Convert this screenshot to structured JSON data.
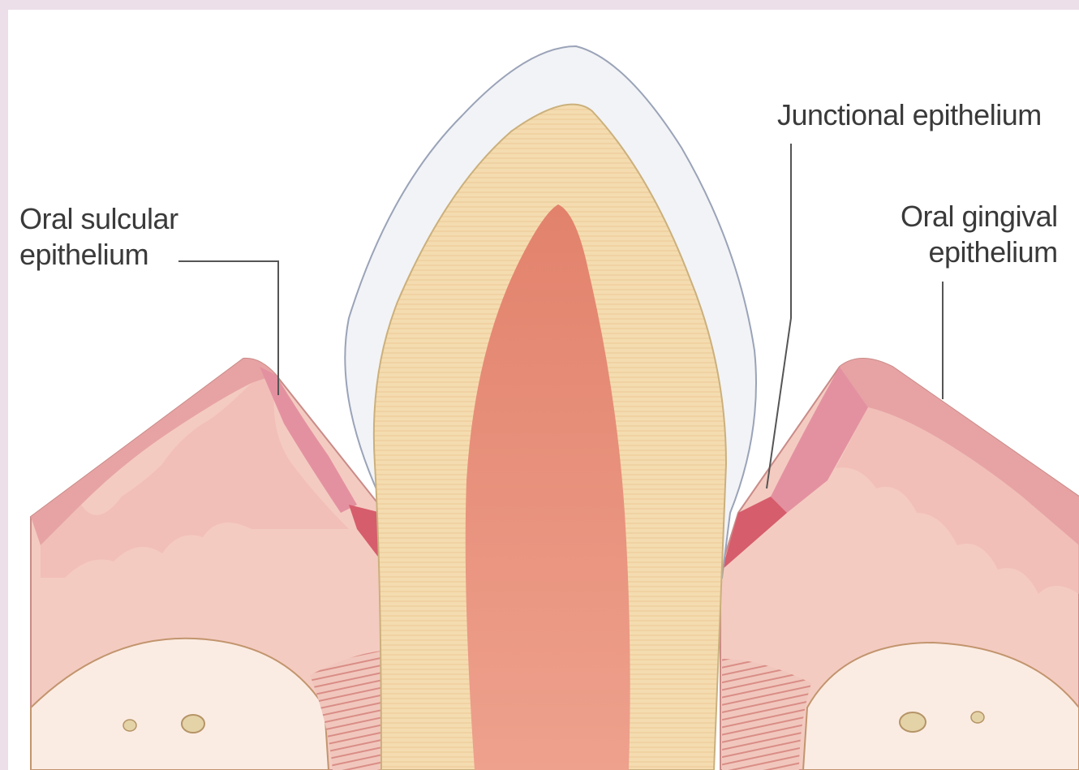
{
  "labels": {
    "oral_sulcular": {
      "line1": "Oral sulcular",
      "line2": "epithelium"
    },
    "junctional": {
      "text": "Junctional epithelium"
    },
    "oral_gingival": {
      "line1": "Oral gingival",
      "line2": "epithelium"
    }
  },
  "colors": {
    "enamel": "#eef0f4",
    "dentin": "#f4dcb0",
    "pulp": "#e8937c",
    "gingiva": "#f3c9c0",
    "epithelium": "#e8a6a7",
    "junctional_epithelium": "#d86270",
    "bone": "#fbe9df",
    "leader_line": "#555555"
  }
}
